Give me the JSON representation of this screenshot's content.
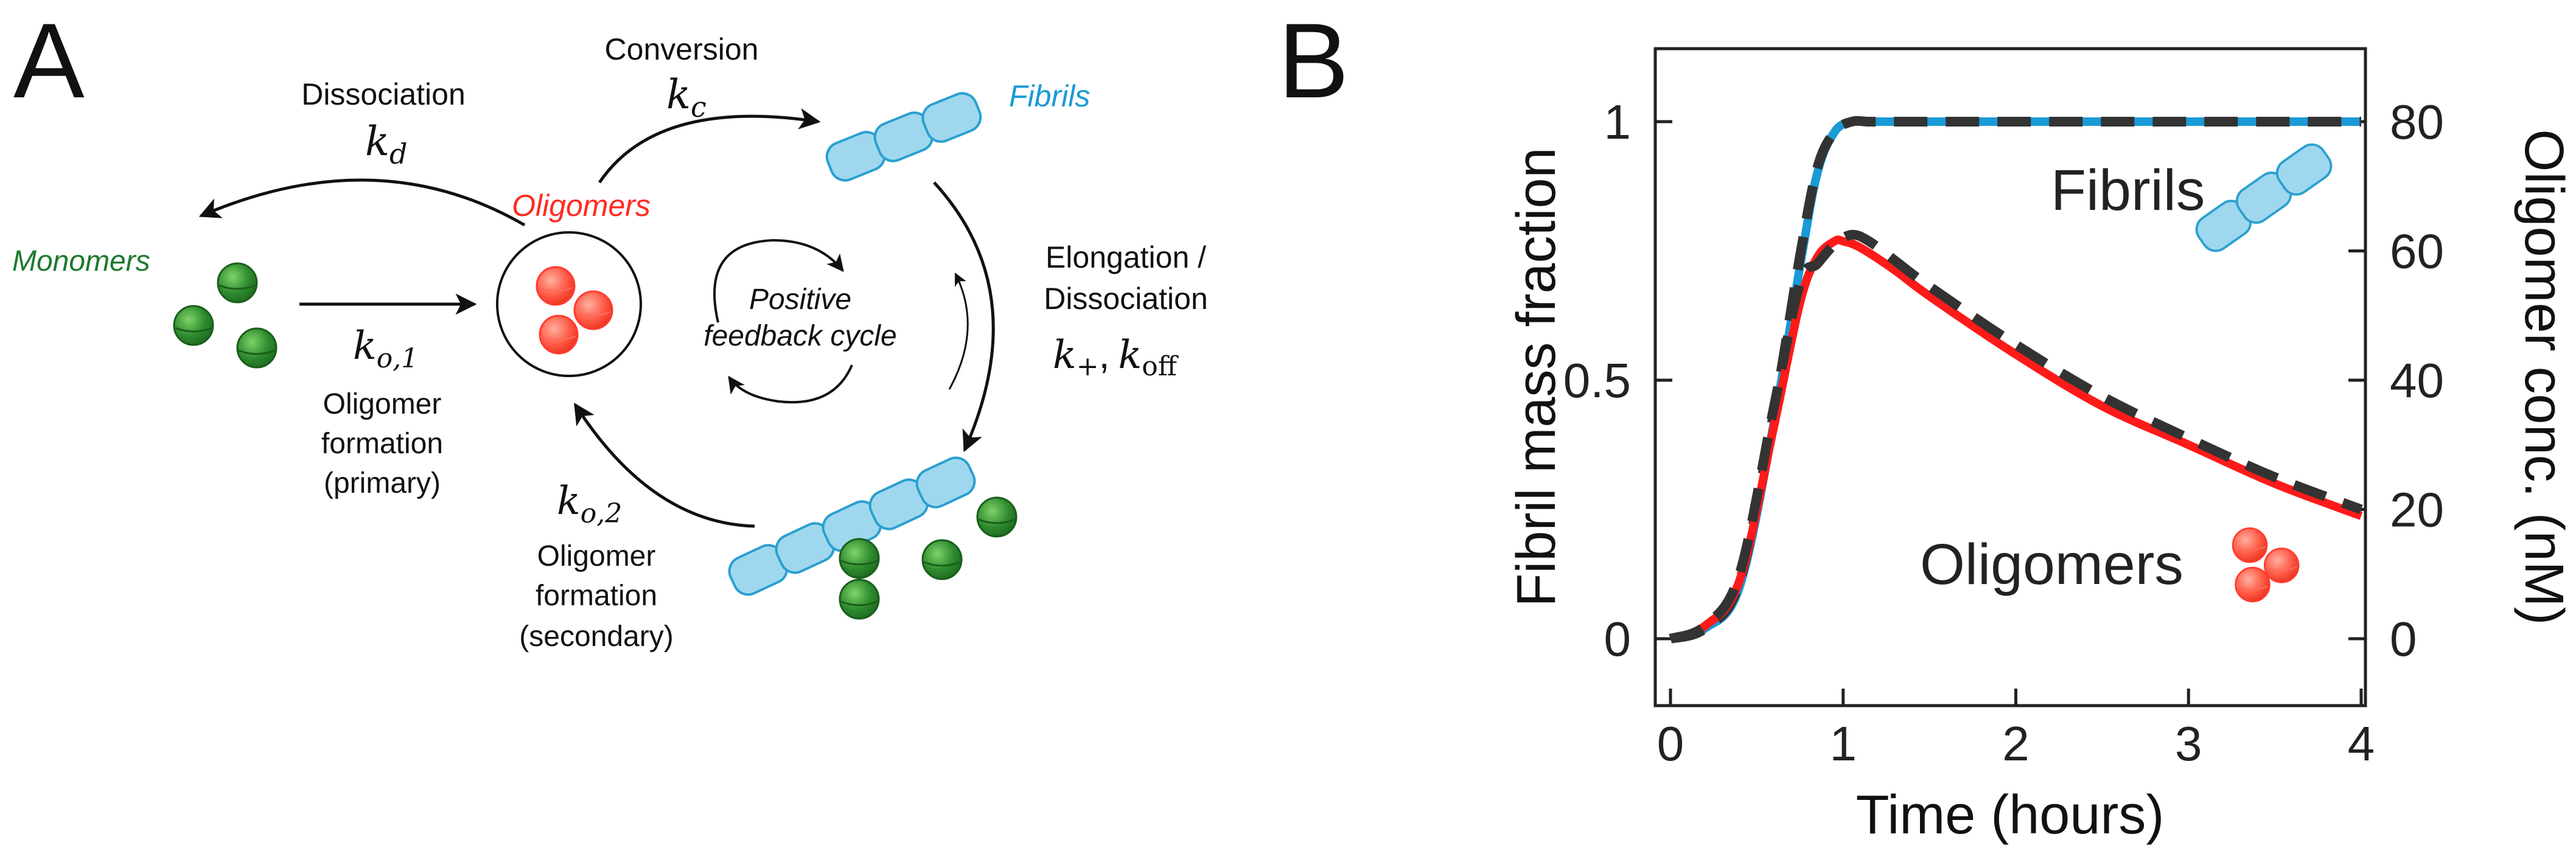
{
  "panel_a": {
    "label": "A",
    "monomers": "Monomers",
    "oligomers": "Oligomers",
    "fibrils": "Fibrils",
    "dissociation": "Dissociation",
    "conversion": "Conversion",
    "elongation_line1": "Elongation /",
    "elongation_line2": "Dissociation",
    "positive_line1": "Positive",
    "positive_line2": "feedback cycle",
    "primary_line1": "Oligomer",
    "primary_line2": "formation",
    "primary_line3": "(primary)",
    "secondary_line1": "Oligomer",
    "secondary_line2": "formation",
    "secondary_line3": "(secondary)",
    "k_letter": "k",
    "kd_sub": "d",
    "kc_sub": "c",
    "ko1_sub": "o,1",
    "ko2_sub": "o,2",
    "kplus_sub": "+",
    "comma": ",",
    "koff_sub": "off",
    "colors": {
      "monomer": "#2e8b2e",
      "oligomer": "#ff3b2f",
      "fibril": "#7ec8e3",
      "fibril_label": "#1a9ad6",
      "monomer_label": "#1e7a2e"
    }
  },
  "panel_b": {
    "label": "B",
    "fibrils_label": "Fibrils",
    "oligomers_label": "Oligomers"
  },
  "chart_data": {
    "type": "line",
    "xlabel": "Time (hours)",
    "ylabel_left": "Fibril mass fraction",
    "ylabel_right": "Oligomer conc. (nM)",
    "xlim": [
      0,
      4
    ],
    "ylim_left": [
      0,
      1
    ],
    "ylim_right": [
      0,
      80
    ],
    "xticks": [
      0,
      1,
      2,
      3,
      4
    ],
    "yticks_left": [
      0,
      0.5,
      1
    ],
    "yticks_right": [
      0,
      20,
      40,
      60,
      80
    ],
    "grid": false,
    "series": [
      {
        "axis": "left",
        "color": "#1a9ad6",
        "style": "solid",
        "x": [
          0,
          0.2,
          0.4,
          0.6,
          0.75,
          0.85,
          0.95,
          1.05,
          1.15,
          1.3,
          1.5,
          2,
          3,
          4
        ],
        "y": [
          0,
          0.02,
          0.1,
          0.42,
          0.72,
          0.9,
          0.98,
          1.0,
          1.0,
          1.0,
          1.0,
          1.0,
          1.0,
          1.0
        ]
      },
      {
        "axis": "left",
        "color": "#333333",
        "style": "dashed",
        "x": [
          0,
          0.2,
          0.4,
          0.6,
          0.75,
          0.85,
          0.95,
          1.05,
          1.15,
          1.3,
          1.5,
          2,
          3,
          4
        ],
        "y": [
          0,
          0.02,
          0.11,
          0.44,
          0.74,
          0.91,
          0.98,
          1.0,
          1.0,
          1.0,
          1.0,
          1.0,
          1.0,
          1.0
        ]
      },
      {
        "axis": "right",
        "color": "#ff1a1a",
        "style": "solid",
        "x": [
          0,
          0.2,
          0.4,
          0.6,
          0.75,
          0.85,
          0.95,
          1.0,
          1.1,
          1.3,
          1.5,
          2,
          2.5,
          3,
          3.5,
          4
        ],
        "y": [
          0,
          2,
          9,
          33,
          52,
          59,
          61.5,
          61.5,
          60.5,
          57,
          53,
          44,
          36,
          30,
          24,
          19
        ]
      },
      {
        "axis": "right",
        "color": "#333333",
        "style": "dashed",
        "x": [
          0,
          0.2,
          0.4,
          0.6,
          0.75,
          0.85,
          0.95,
          1.05,
          1.15,
          1.3,
          1.5,
          2,
          2.5,
          3,
          3.5,
          4
        ],
        "y": [
          0,
          2,
          10,
          36,
          55,
          58,
          61,
          62.5,
          61.5,
          58.5,
          54.5,
          45.5,
          37.5,
          31,
          25,
          20
        ]
      }
    ]
  }
}
